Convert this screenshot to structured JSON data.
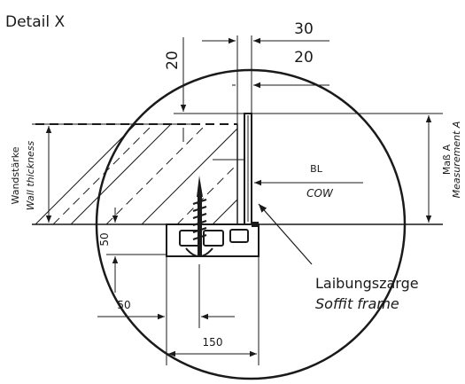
{
  "title": "Detail X",
  "dimensions": {
    "top_30": "30",
    "top_20": "20",
    "left_20": "20",
    "bottom_50": "50",
    "left_50": "50",
    "width_150": "150"
  },
  "labels": {
    "bl": "BL",
    "cow": "COW",
    "wall_de": "Wandstärke",
    "wall_en": "Wall thickness",
    "measure_de": "Maß A",
    "measure_en": "Measurement A",
    "frame_de": "Laibungszarge",
    "frame_en": "Soffit frame"
  }
}
